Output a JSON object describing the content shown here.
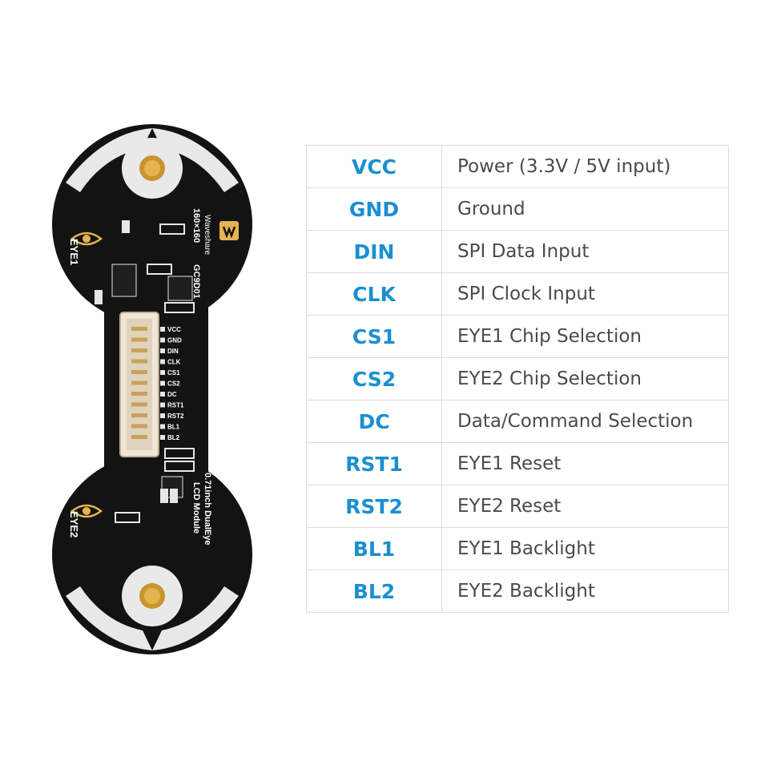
{
  "board": {
    "eye1_label": "EYE1",
    "eye2_label": "EYE2",
    "brand": "Waveshare",
    "resolution": "160×160",
    "driver": "GC9D01",
    "model_line1": "0.71inch DualEye",
    "model_line2": "LCD Module",
    "connector_pins": [
      "VCC",
      "GND",
      "DIN",
      "CLK",
      "CS1",
      "CS2",
      "DC",
      "RST1",
      "RST2",
      "BL1",
      "BL2"
    ],
    "board_color": "#111111",
    "silk_color": "#ffffff"
  },
  "pin_table": {
    "pin_color": "#1a8fd0",
    "rows": [
      {
        "pin": "VCC",
        "desc": "Power (3.3V / 5V input)"
      },
      {
        "pin": "GND",
        "desc": "Ground"
      },
      {
        "pin": "DIN",
        "desc": "SPI Data Input"
      },
      {
        "pin": "CLK",
        "desc": "SPI Clock Input"
      },
      {
        "pin": "CS1",
        "desc": "EYE1 Chip Selection"
      },
      {
        "pin": "CS2",
        "desc": "EYE2 Chip Selection"
      },
      {
        "pin": "DC",
        "desc": "Data/Command Selection"
      },
      {
        "pin": "RST1",
        "desc": "EYE1 Reset"
      },
      {
        "pin": "RST2",
        "desc": "EYE2 Reset"
      },
      {
        "pin": "BL1",
        "desc": "EYE1 Backlight"
      },
      {
        "pin": "BL2",
        "desc": "EYE2 Backlight"
      }
    ]
  }
}
